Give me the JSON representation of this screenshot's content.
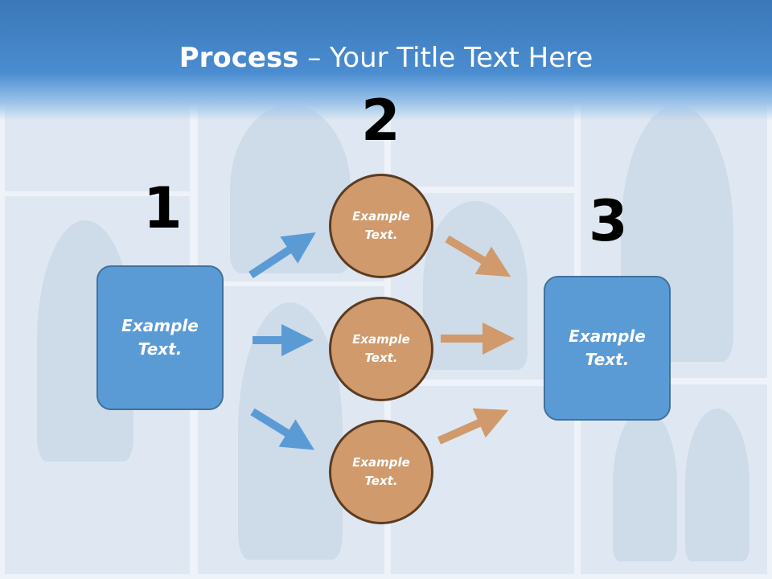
{
  "title": {
    "bold": "Process",
    "rest": " – Your Title Text Here"
  },
  "steps": [
    {
      "number": "1"
    },
    {
      "number": "2"
    },
    {
      "number": "3"
    }
  ],
  "left_box": {
    "line1": "Example",
    "line2": "Text."
  },
  "right_box": {
    "line1": "Example",
    "line2": "Text."
  },
  "circles": [
    {
      "line1": "Example",
      "line2": "Text."
    },
    {
      "line1": "Example",
      "line2": "Text."
    },
    {
      "line1": "Example",
      "line2": "Text."
    }
  ],
  "colors": {
    "box_fill": "#5b9bd5",
    "circle_fill": "#d09a6c",
    "blue_arrow": "#5b9bd5",
    "orange_arrow": "#d09a6c",
    "header": "#4a8cd0"
  },
  "icons": [
    "blue-arrow",
    "orange-arrow"
  ]
}
